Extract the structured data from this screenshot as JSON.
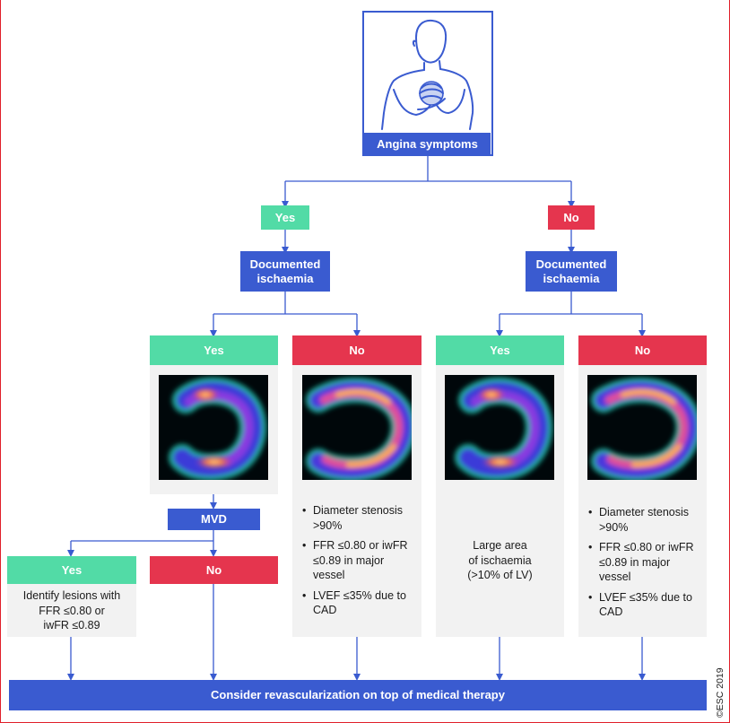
{
  "top": {
    "label": "Angina symptoms",
    "icon": "person-chest-pain-icon"
  },
  "level1": {
    "yes": "Yes",
    "no": "No",
    "left_box": "Documented\nischaemia",
    "right_box": "Documented\nischaemia"
  },
  "level2": {
    "b1": "Yes",
    "b2": "No",
    "b3": "Yes",
    "b4": "No"
  },
  "panels": {
    "p2_items": [
      "Diameter stenosis >90%",
      "FFR ≤0.80 or iwFR ≤0.89 in major vessel",
      "LVEF ≤35% due to CAD"
    ],
    "p3_text": "Large area\nof ischaemia\n(>10% of LV)",
    "p4_items": [
      "Diameter stenosis >90%",
      "FFR ≤0.80 or iwFR ≤0.89 in major vessel",
      "LVEF ≤35% due to CAD"
    ]
  },
  "mvd": {
    "label": "MVD",
    "yes": "Yes",
    "no": "No",
    "yes_text": "Identify lesions with\nFFR ≤0.80 or\niwFR ≤0.89"
  },
  "bottom": {
    "label": "Consider revascularization on top of medical therapy"
  },
  "copyright": "©ESC 2019",
  "colors": {
    "blue": "#3a5bd0",
    "green": "#52dba6",
    "red": "#e5354e",
    "panel": "#f2f2f2"
  }
}
